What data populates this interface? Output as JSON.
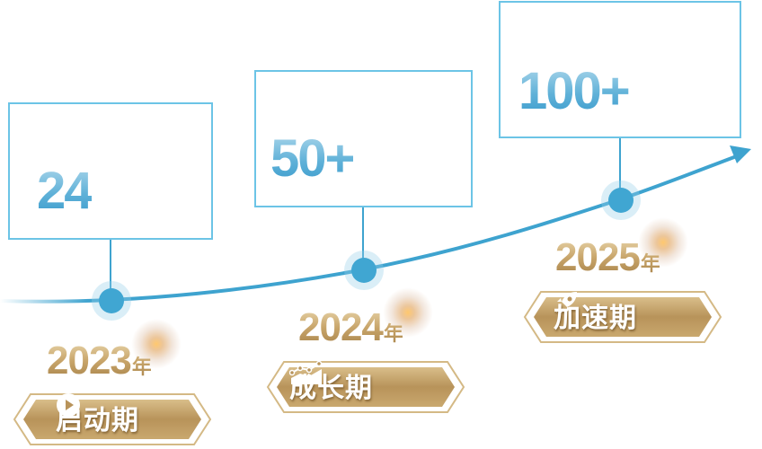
{
  "diagram": {
    "type": "growth-timeline",
    "colors": {
      "line": "#3ea3cf",
      "box_border": "#6cc4e6",
      "gold": "#c8a56a"
    },
    "milestones": [
      {
        "value": "24",
        "year": "2023",
        "year_suffix": "年",
        "phase": "启动期",
        "icon": "play-circle-icon"
      },
      {
        "value": "50+",
        "year": "2024",
        "year_suffix": "年",
        "phase": "成长期",
        "icon": "growth-chart-icon"
      },
      {
        "value": "100+",
        "year": "2025",
        "year_suffix": "年",
        "phase": "加速期",
        "icon": "rocket-icon"
      }
    ]
  }
}
